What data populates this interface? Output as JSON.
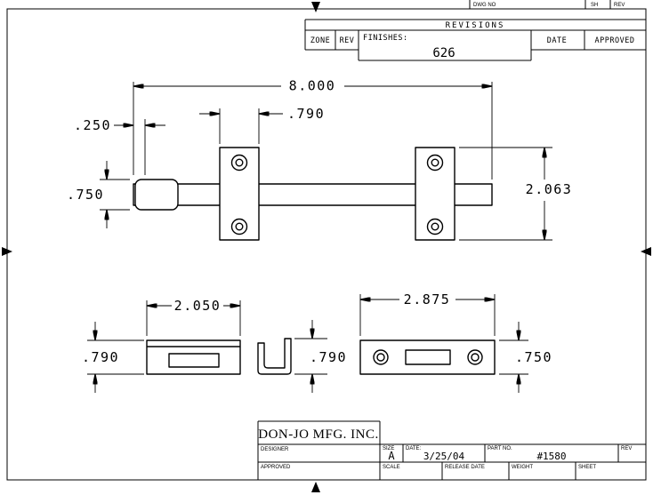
{
  "drawing": {
    "top_strip": {
      "dwg_no_label": "DWG NO",
      "sh_label": "SH",
      "rev_label": "REV"
    },
    "revisions": {
      "title": "REVISIONS",
      "zone_label": "ZONE",
      "rev_label": "REV",
      "finishes_label": "FINISHES:",
      "finishes_value": "626",
      "date_label": "DATE",
      "approved_label": "APPROVED"
    },
    "dimensions": {
      "front": {
        "overall_length": "8.000",
        "end_offset": ".250",
        "guide_width": ".790",
        "bolt_height": ".750",
        "guide_height": "2.063"
      },
      "keeper": {
        "width": "2.050",
        "height": ".790",
        "profile_height": ".790"
      },
      "strike": {
        "width": "2.875",
        "height": ".750"
      }
    },
    "title_block": {
      "company": "DON-JO MFG. INC.",
      "designer_label": "DESIGNER",
      "approved_label": "APPROVED",
      "size_label": "SIZE",
      "size_value": "A",
      "date_label": "DATE:",
      "date_value": "3/25/04",
      "part_label": "PART NO.",
      "part_value": "#1580",
      "rev_label": "REV",
      "scale_label": "SCALE",
      "release_label": "RELEASE DATE",
      "weight_label": "WEIGHT",
      "sheet_label": "SHEET"
    }
  }
}
